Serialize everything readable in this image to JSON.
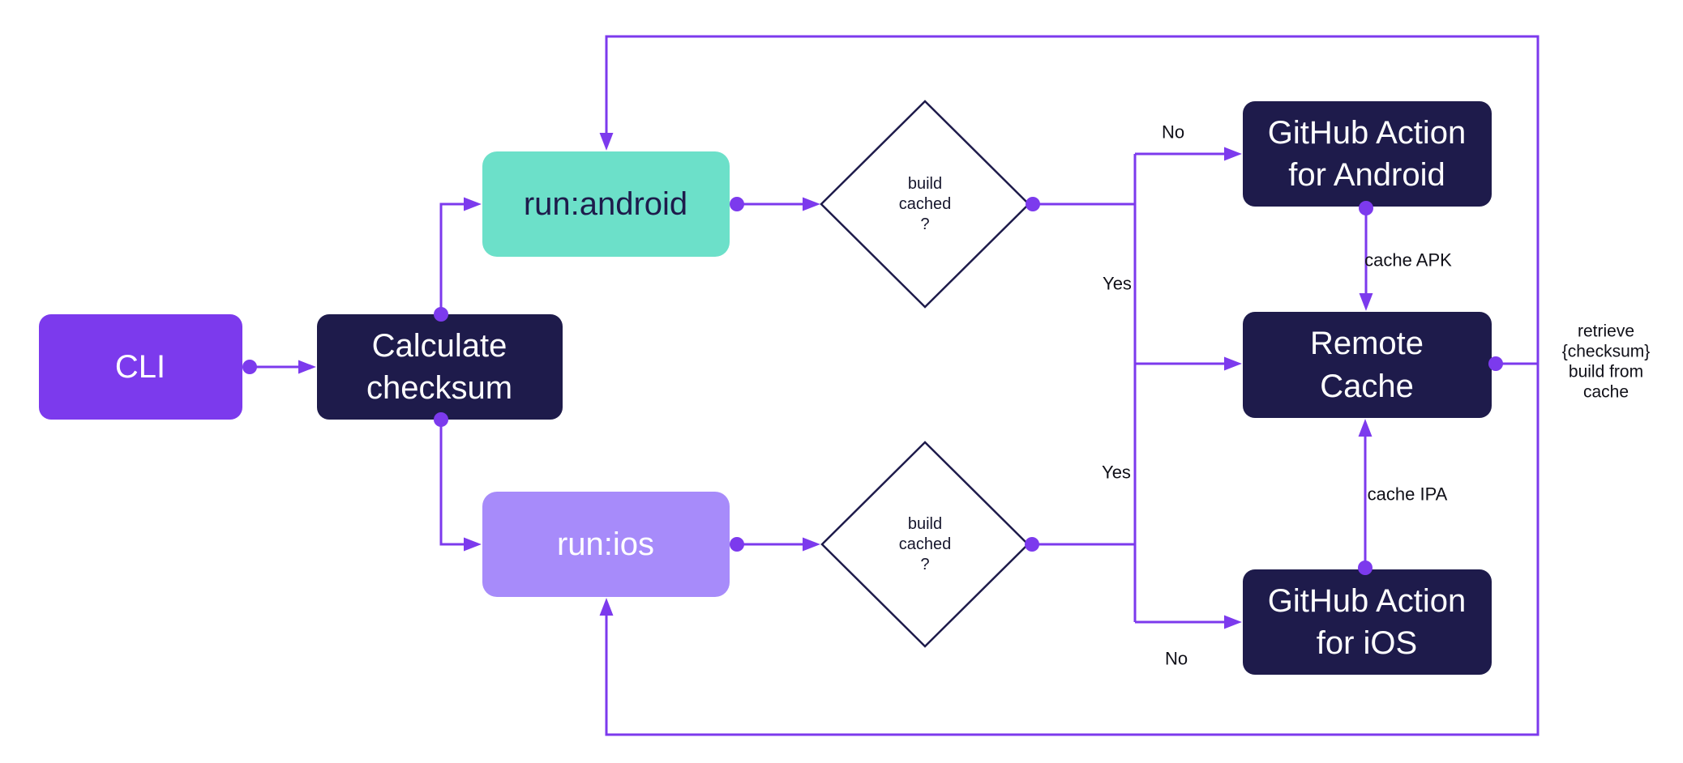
{
  "colors": {
    "purple": "#7C3AED",
    "navy": "#1E1B4B",
    "teal": "#6CE0C9",
    "light_purple": "#A78BFA",
    "label_text": "#101018"
  },
  "nodes": {
    "cli": {
      "label": "CLI"
    },
    "calculate_checksum": {
      "lines": [
        "Calculate",
        "checksum"
      ]
    },
    "run_android": {
      "label": "run:android"
    },
    "run_ios": {
      "label": "run:ios"
    },
    "decision_android": {
      "lines": [
        "build",
        "cached",
        "?"
      ]
    },
    "decision_ios": {
      "lines": [
        "build",
        "cached",
        "?"
      ]
    },
    "github_action_android": {
      "lines": [
        "GitHub Action",
        "for Android"
      ]
    },
    "remote_cache": {
      "lines": [
        "Remote",
        "Cache"
      ]
    },
    "github_action_ios": {
      "lines": [
        "GitHub Action",
        "for iOS"
      ]
    }
  },
  "edge_labels": {
    "no_android": "No",
    "yes_android": "Yes",
    "yes_ios": "Yes",
    "no_ios": "No",
    "cache_apk": "cache APK",
    "cache_ipa": "cache IPA",
    "retrieve": [
      "retrieve",
      "{checksum}",
      "build from",
      "cache"
    ]
  }
}
